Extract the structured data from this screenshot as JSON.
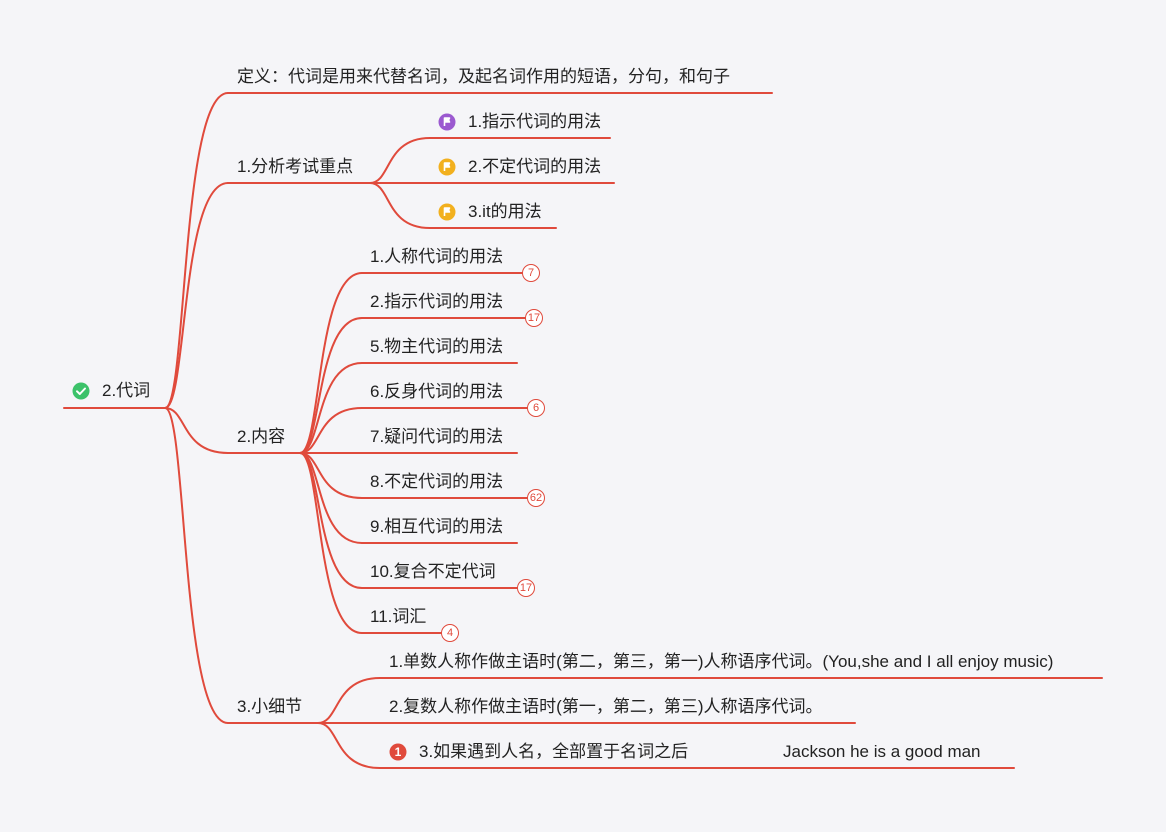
{
  "root": {
    "label": "2.代词",
    "icon": "check-circle-icon"
  },
  "definition": "定义：代词是用来代替名词，及起名词作用的短语，分句，和句子",
  "analysis": {
    "label": "1.分析考试重点",
    "items": [
      {
        "label": "1.指示代词的用法",
        "icon": "flag-purple-icon"
      },
      {
        "label": "2.不定代词的用法",
        "icon": "flag-yellow-icon"
      },
      {
        "label": "3.it的用法",
        "icon": "flag-yellow-icon"
      }
    ]
  },
  "content": {
    "label": "2.内容",
    "items": [
      {
        "label": "1.人称代词的用法",
        "badge": "7"
      },
      {
        "label": "2.指示代词的用法",
        "badge": "17"
      },
      {
        "label": "5.物主代词的用法",
        "badge": ""
      },
      {
        "label": "6.反身代词的用法",
        "badge": "6"
      },
      {
        "label": "7.疑问代词的用法",
        "badge": ""
      },
      {
        "label": "8.不定代词的用法",
        "badge": "62"
      },
      {
        "label": "9.相互代词的用法",
        "badge": ""
      },
      {
        "label": "10.复合不定代词",
        "badge": "17"
      },
      {
        "label": "11.词汇",
        "badge": "4"
      }
    ]
  },
  "details": {
    "label": "3.小细节",
    "items": [
      {
        "label": "1.单数人称作做主语时(第二，第三，第一)人称语序代词。(You,she and I all enjoy music)"
      },
      {
        "label": "2.复数人称作做主语时(第一，第二，第三)人称语序代词。"
      },
      {
        "label": "3.如果遇到人名，全部置于名词之后",
        "icon": "priority-1-icon",
        "priority": "1",
        "child": "Jackson he is a good man"
      }
    ]
  },
  "colors": {
    "line": "#e04a3c",
    "check": "#3cc26a",
    "purple": "#9b59d0",
    "yellow": "#f2b01e",
    "priority": "#e04a3c"
  }
}
